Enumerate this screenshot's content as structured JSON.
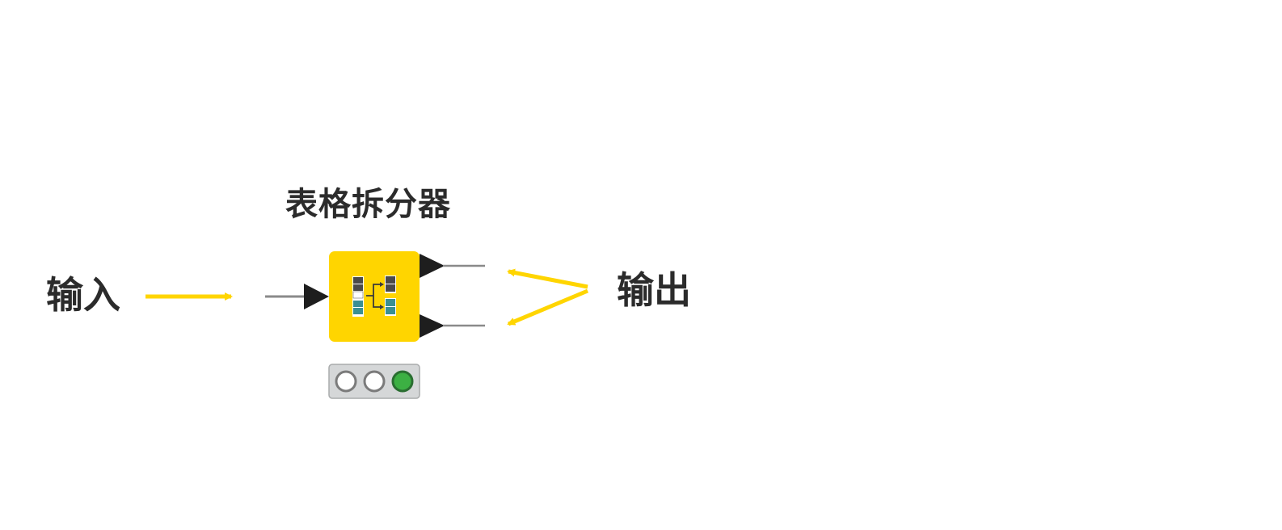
{
  "node": {
    "title": "表格拆分器",
    "color": "#FFD500",
    "icon": "table-splitter-icon",
    "status": {
      "lights": [
        "off",
        "off",
        "on"
      ],
      "on_color": "#3CB043"
    }
  },
  "annotations": {
    "input_label": "输入",
    "output_label": "输出",
    "arrow_color": "#FFD500"
  }
}
